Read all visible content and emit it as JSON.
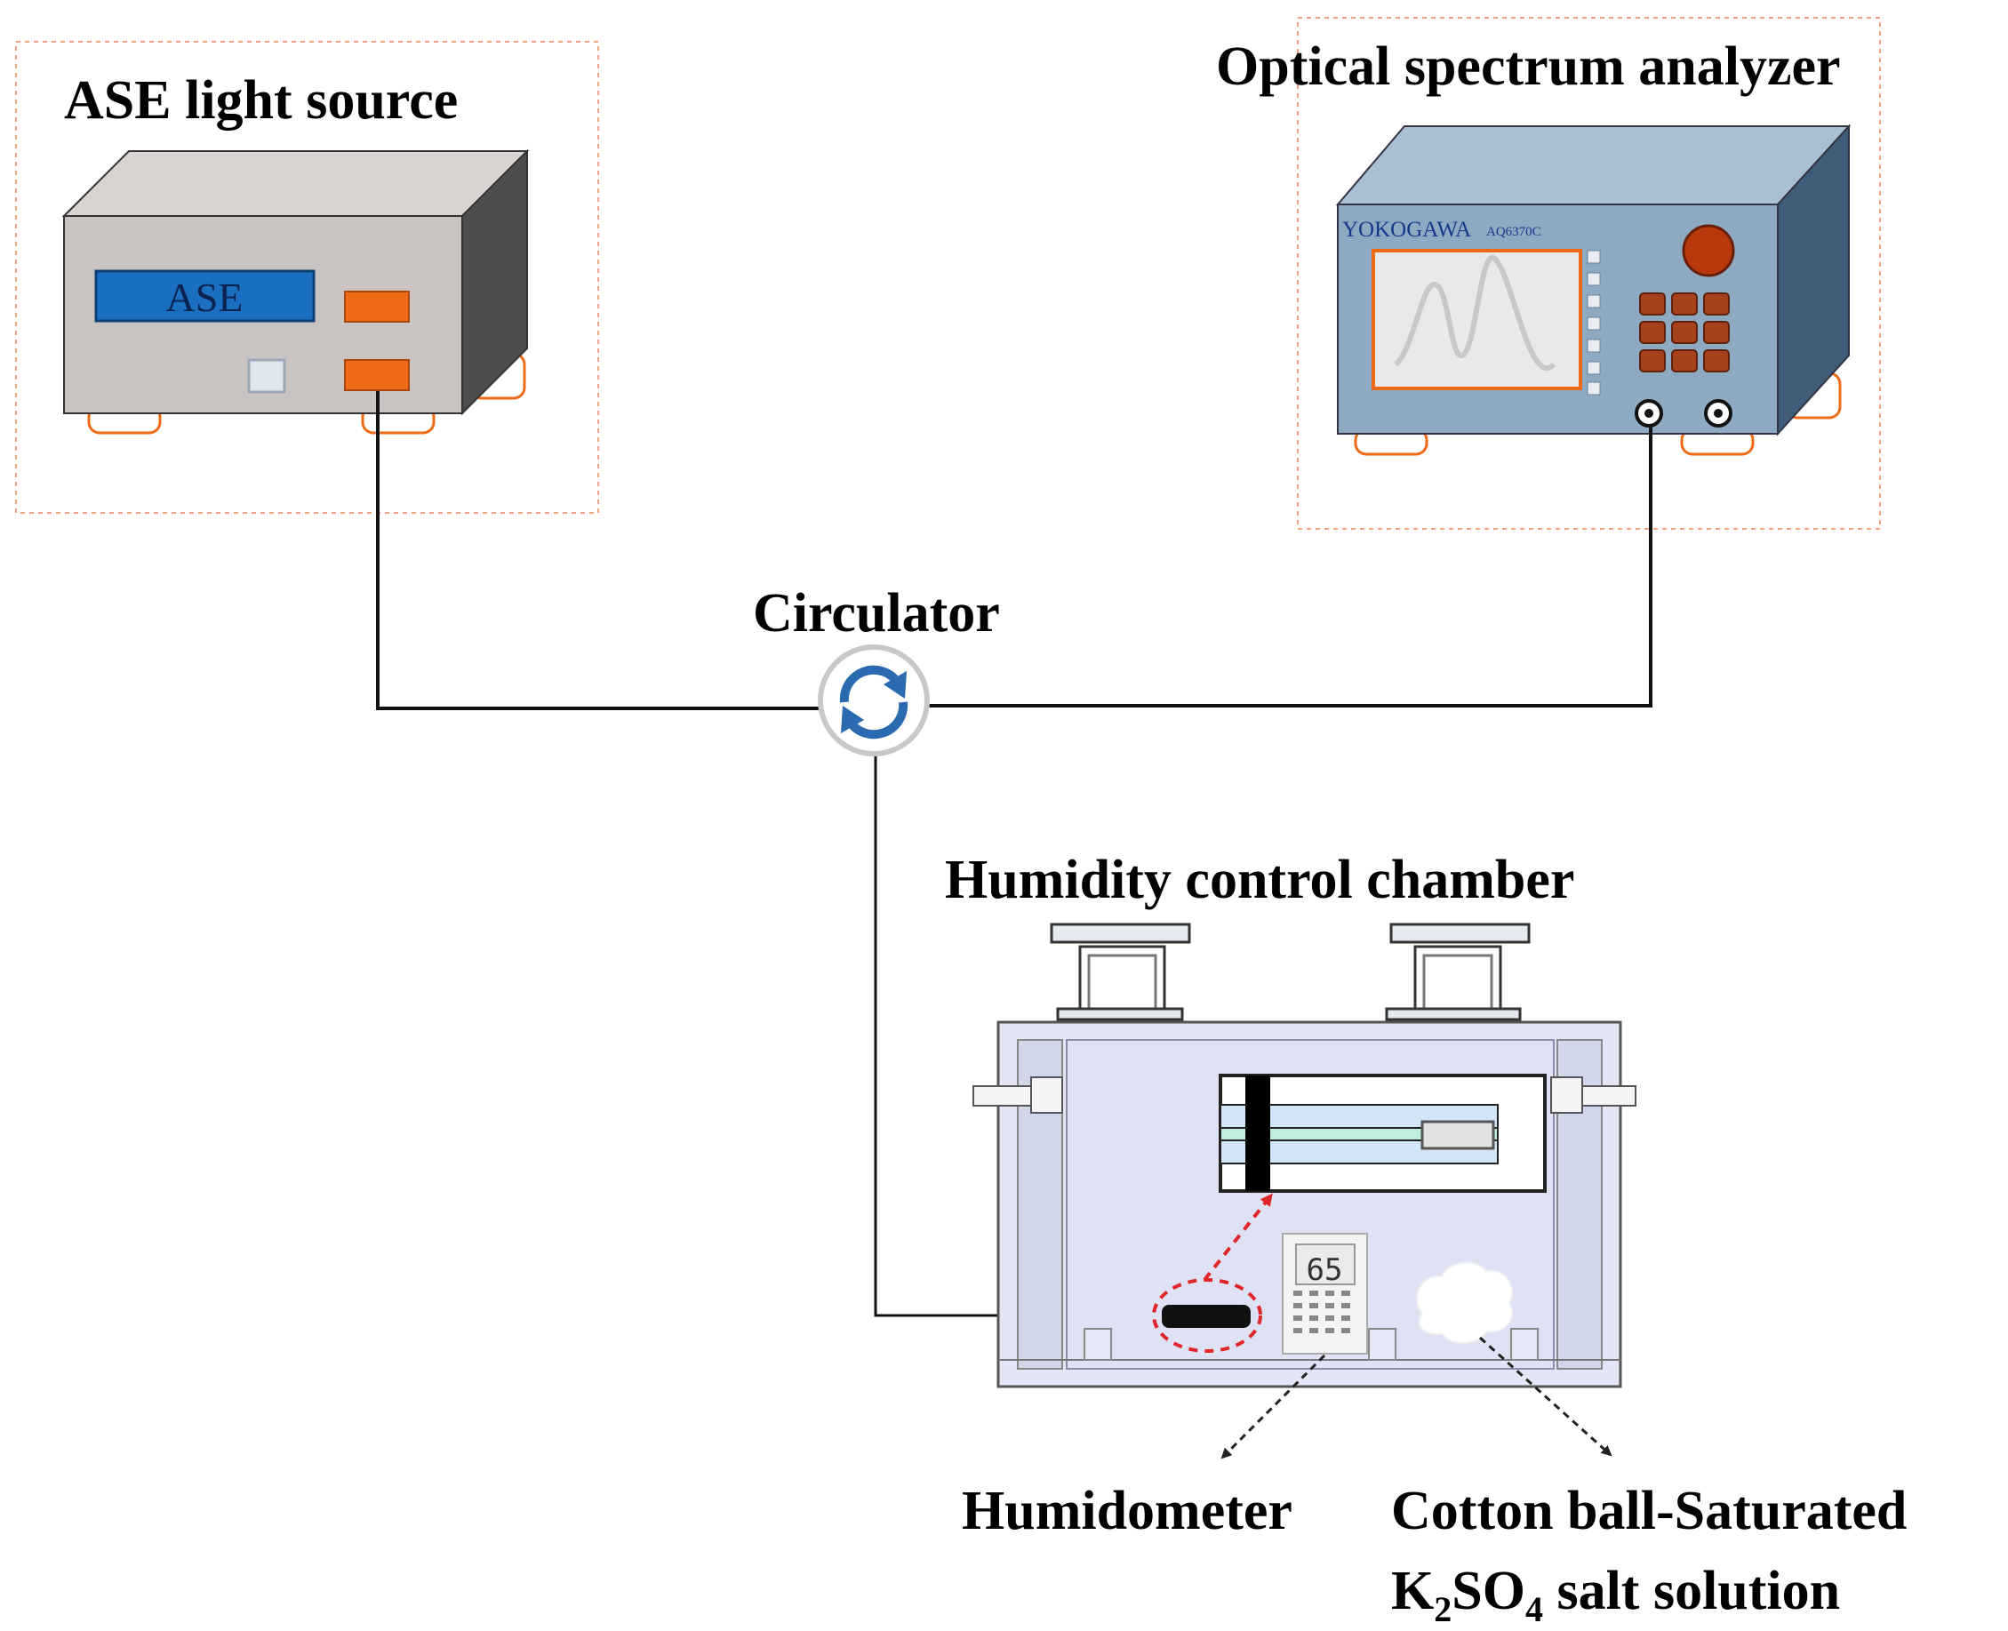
{
  "labels": {
    "ase_source": "ASE light source",
    "osa": "Optical spectrum analyzer",
    "circulator": "Circulator",
    "chamber": "Humidity control chamber",
    "humidometer": "Humidometer",
    "cotton_line1": "Cotton ball-Saturated",
    "cotton_line2_k": "K",
    "cotton_line2_sub1": "2",
    "cotton_line2_so": "SO",
    "cotton_line2_sub2": "4",
    "cotton_line2_rest": " salt solution"
  },
  "ase_display": "ASE",
  "osa_brand": "YOKOGAWA",
  "osa_model": "AQ6370C",
  "humidometer_reading": "65",
  "colors": {
    "ase_body": "#c9c4c2",
    "ase_display_bg": "#1b6fc0",
    "accent_orange": "#ee6a17",
    "osa_body": "#8eaac2",
    "osa_screen": "#e9e9e9",
    "osa_keys": "#a5421c",
    "osa_knob": "#b8380c",
    "chamber_fill": "#e4e6f7",
    "circulator_blue": "#2a6ab0",
    "dash_red": "#e0262b"
  }
}
